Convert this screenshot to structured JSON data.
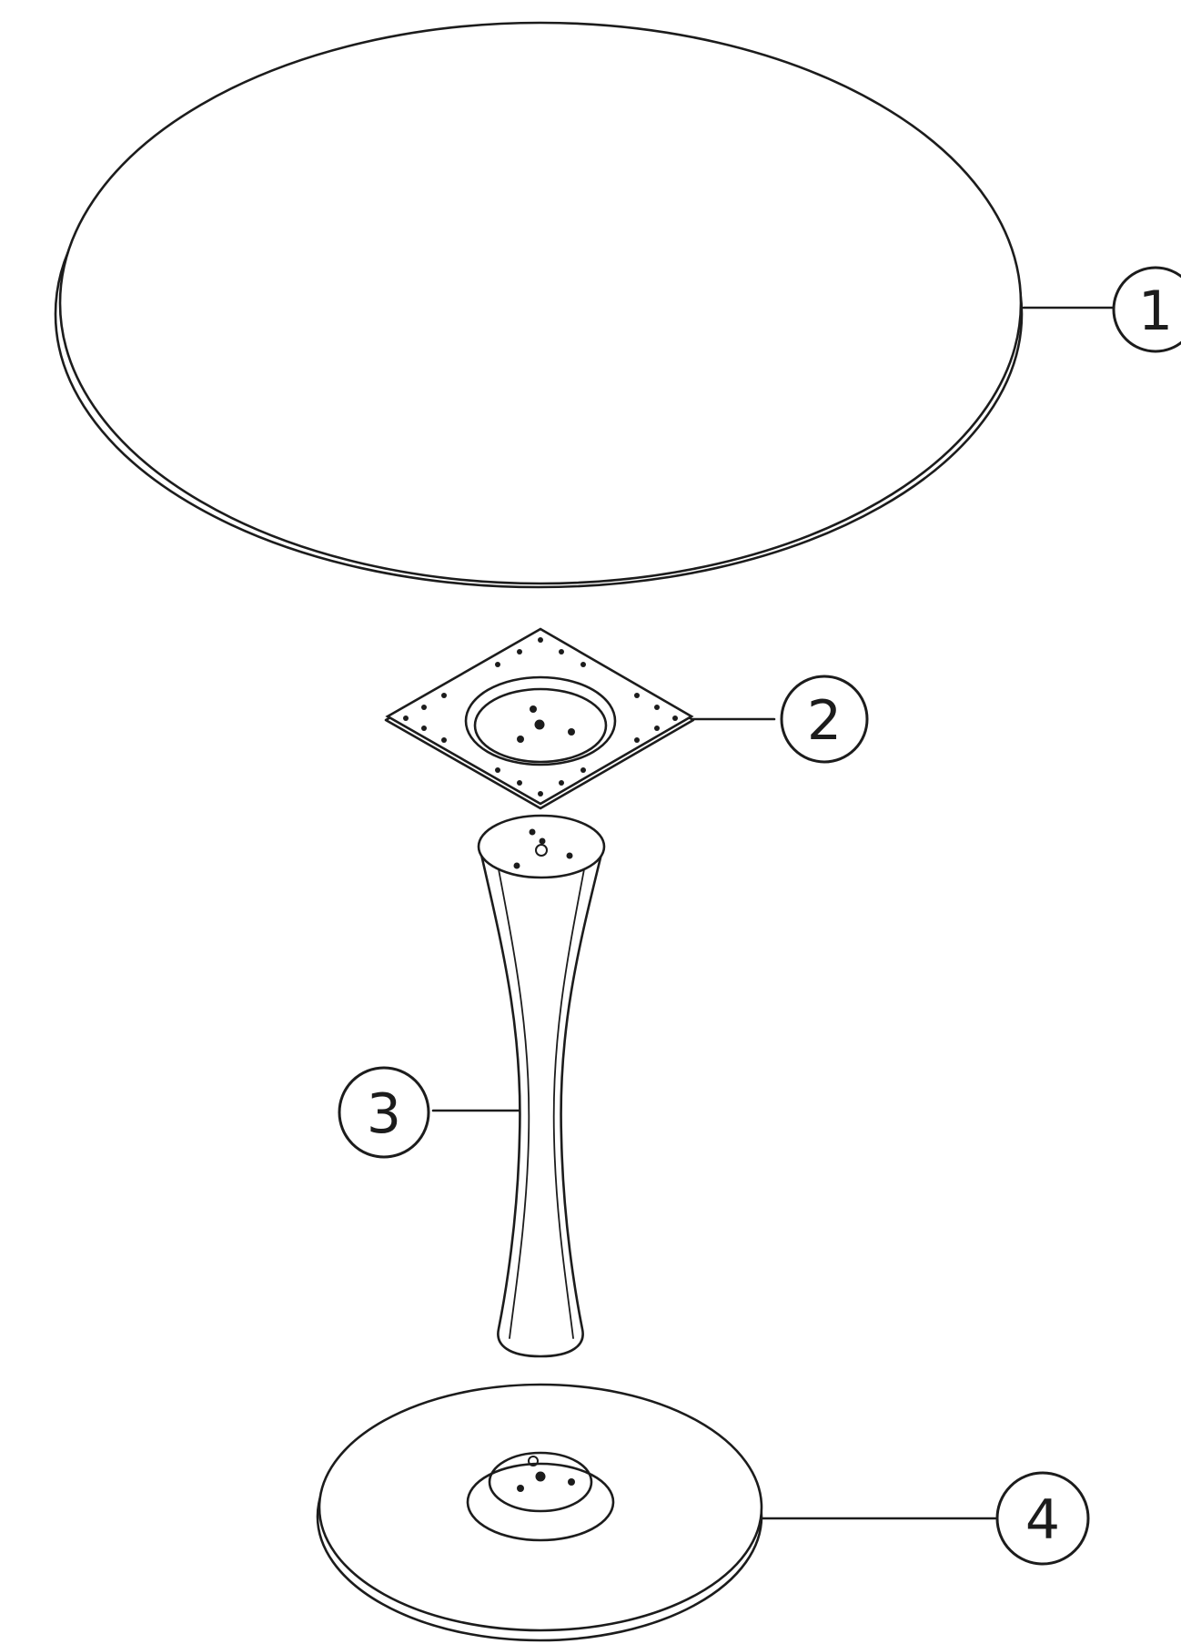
{
  "parts": [
    {
      "id": "tabletop",
      "label": "1"
    },
    {
      "id": "mounting-plate",
      "label": "2"
    },
    {
      "id": "pedestal-column",
      "label": "3"
    },
    {
      "id": "base-disc",
      "label": "4"
    }
  ],
  "colors": {
    "line": "#1c1c1c",
    "background": "#ffffff"
  }
}
